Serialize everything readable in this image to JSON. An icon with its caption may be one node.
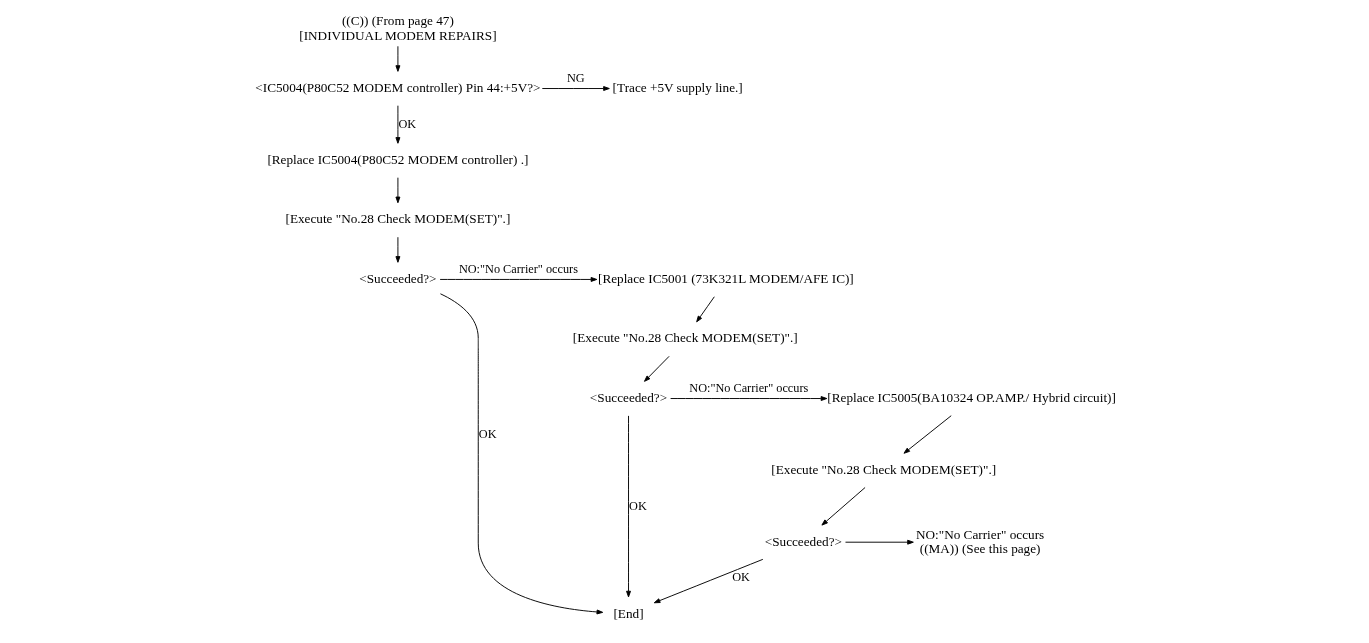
{
  "diagram": {
    "nodes": [
      {
        "text": [
          "((C)) (From page 47)",
          "[INDIVIDUAL MODEM REPAIRS]"
        ]
      },
      {
        "text": [
          "<IC5004(P80C52 MODEM controller) Pin 44:+5V?>"
        ]
      },
      {
        "text": [
          "[Trace +5V supply line.]"
        ]
      },
      {
        "text": [
          "[Replace IC5004(P80C52 MODEM controller) .]"
        ]
      },
      {
        "text": [
          "[Execute \"No.28 Check MODEM(SET)\".]"
        ]
      },
      {
        "text": [
          "<Succeeded?>"
        ]
      },
      {
        "text": [
          "[Replace IC5001 (73K321L MODEM/AFE IC)]"
        ]
      },
      {
        "text": [
          "[Execute \"No.28 Check MODEM(SET)\".]"
        ]
      },
      {
        "text": [
          "<Succeeded?>"
        ]
      },
      {
        "text": [
          "[Replace IC5005(BA10324 OP.AMP./ Hybrid circuit)]"
        ]
      },
      {
        "text": [
          "[Execute \"No.28 Check MODEM(SET)\".]"
        ]
      },
      {
        "text": [
          "<Succeeded?>"
        ]
      },
      {
        "text": [
          "NO:\"No Carrier\" occurs",
          "((MA)) (See this page)"
        ]
      },
      {
        "text": [
          "[End]"
        ]
      }
    ],
    "edges": [
      {
        "from": 0,
        "to": 1,
        "arrow": "to"
      },
      {
        "from": 1,
        "to": 2,
        "arrow": "to",
        "label": "NG"
      },
      {
        "from": 1,
        "to": 3,
        "arrow": "to",
        "label": "OK"
      },
      {
        "from": 3,
        "to": 4,
        "arrow": "to"
      },
      {
        "from": 4,
        "to": 5,
        "arrow": "to"
      },
      {
        "from": 5,
        "to": 6,
        "arrow": "to",
        "label": "NO:\"No Carrier\" occurs"
      },
      {
        "from": 6,
        "to": 7,
        "arrow": "to"
      },
      {
        "from": 7,
        "to": 8,
        "arrow": "to"
      },
      {
        "from": 8,
        "to": 9,
        "arrow": "to",
        "label": "NO:\"No Carrier\" occurs"
      },
      {
        "from": 9,
        "to": 10,
        "arrow": "to"
      },
      {
        "from": 10,
        "to": 11,
        "arrow": "to"
      },
      {
        "from": 11,
        "to": 12,
        "arrow": "to"
      },
      {
        "from": 5,
        "to": 13,
        "arrow": "to",
        "label": "OK"
      },
      {
        "from": 8,
        "to": 13,
        "arrow": "to",
        "label": "OK"
      },
      {
        "from": 11,
        "to": 13,
        "arrow": "to",
        "label": "OK"
      }
    ]
  }
}
